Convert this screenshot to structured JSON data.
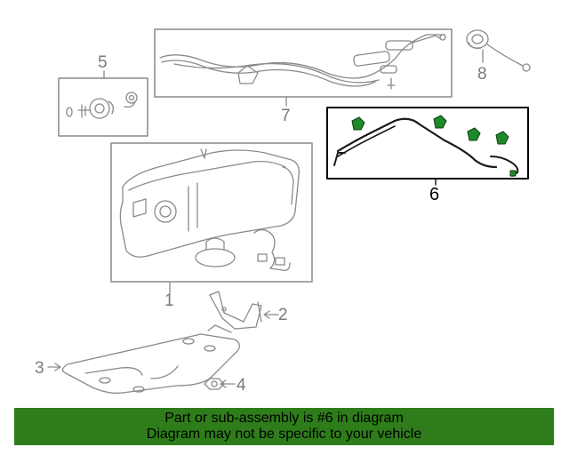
{
  "callouts": {
    "c1": "1",
    "c2": "2",
    "c3": "3",
    "c4": "4",
    "c5": "5",
    "c6": "6",
    "c7": "7",
    "c8": "8"
  },
  "banner": {
    "line1": "Part or sub-assembly is #6 in diagram",
    "line2": "Diagram may not be specific to your vehicle"
  },
  "colors": {
    "highlight_green": "#2e7d1a",
    "part_green": "#1f8a2a",
    "line_gray": "#8a8a8a"
  }
}
